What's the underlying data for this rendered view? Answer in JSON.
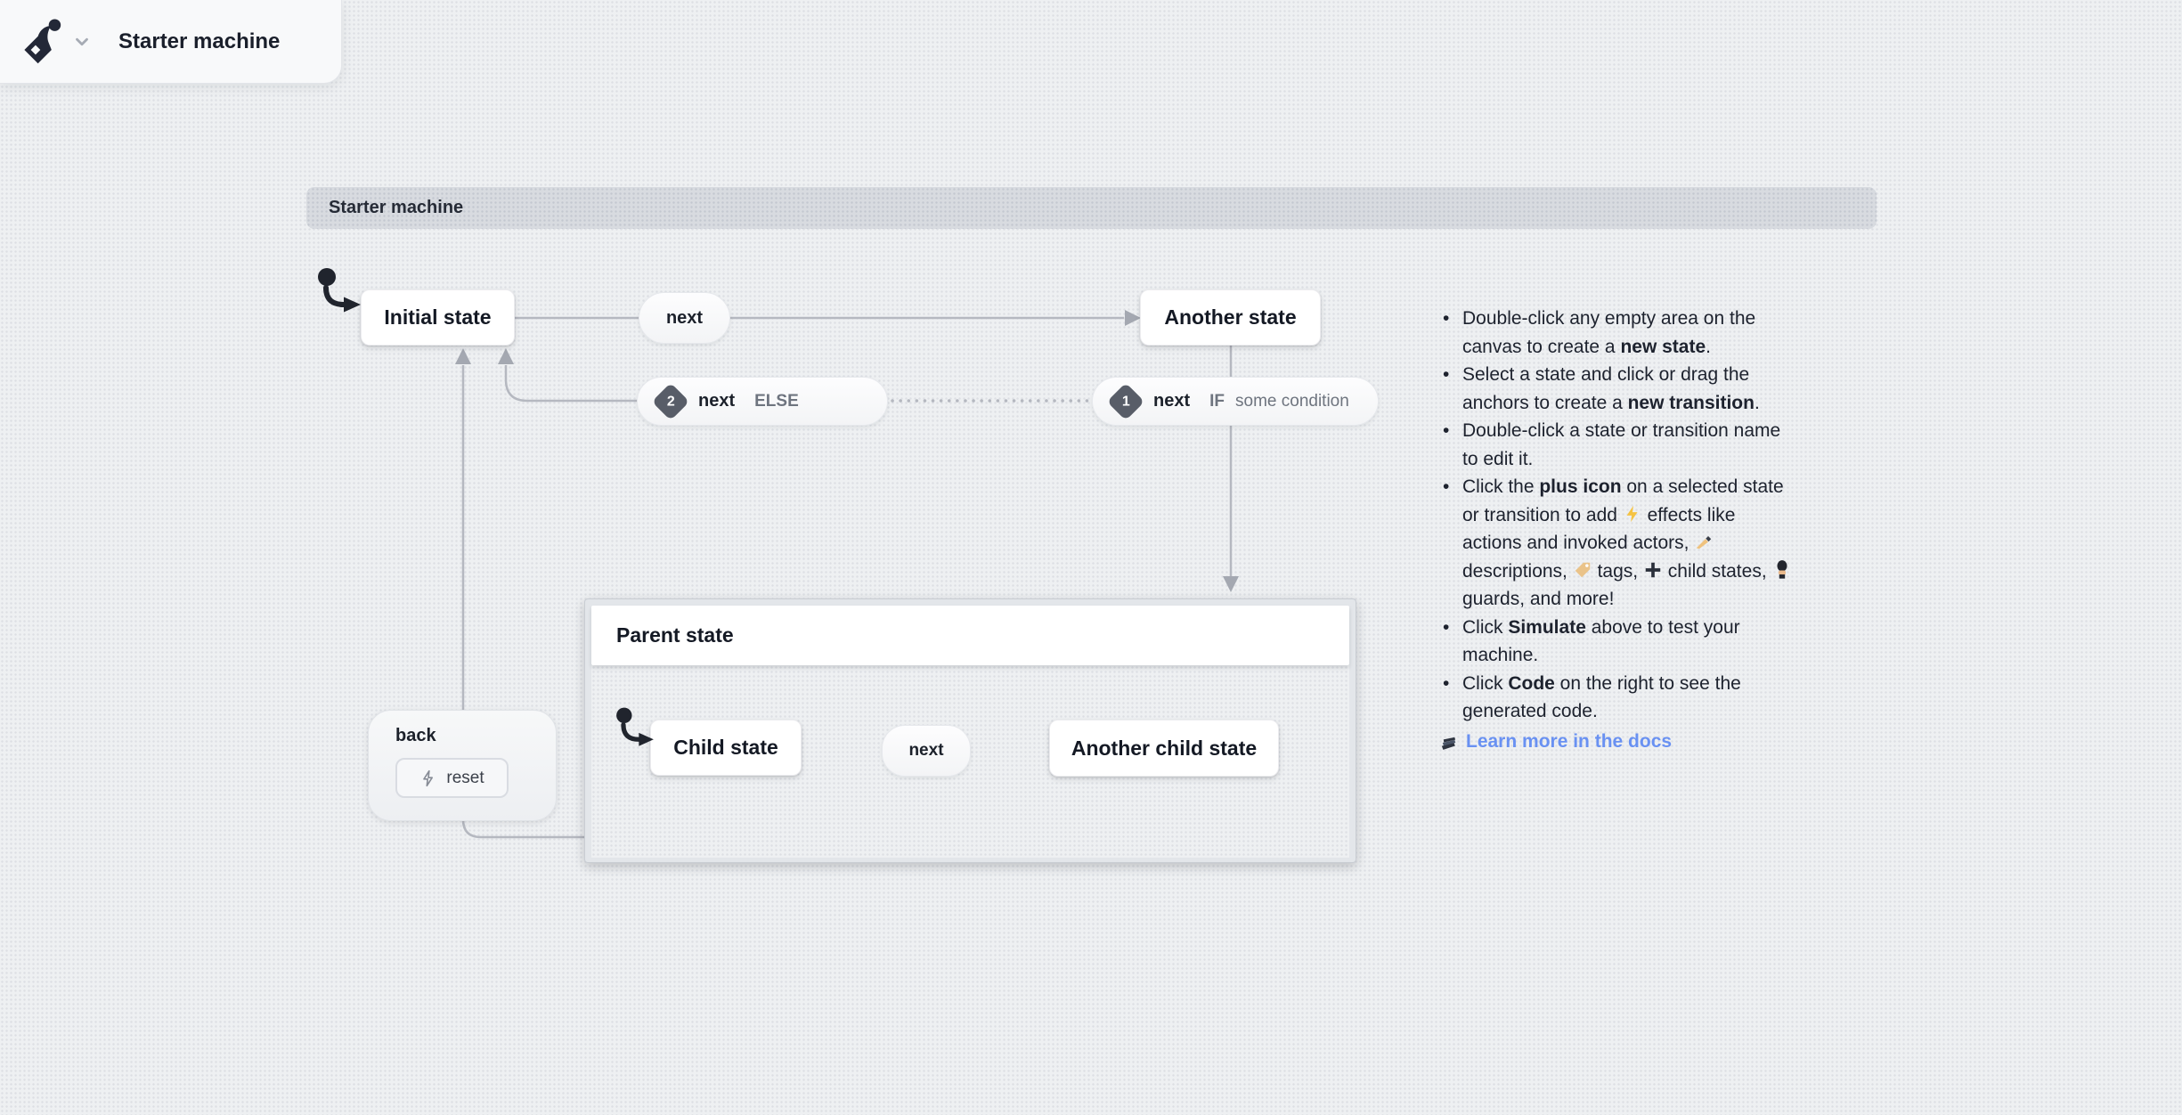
{
  "header": {
    "title": "Starter machine",
    "logo_icon": "stately-logo",
    "menu_icon": "chevron-down"
  },
  "machine_bar": {
    "title": "Starter machine"
  },
  "states": {
    "initial": {
      "label": "Initial state"
    },
    "another": {
      "label": "Another state"
    },
    "parent": {
      "label": "Parent state"
    },
    "child": {
      "label": "Child state"
    },
    "another_child": {
      "label": "Another child state"
    }
  },
  "transitions": {
    "next_top": {
      "event": "next"
    },
    "next_else": {
      "badge": "2",
      "event": "next",
      "guard_keyword": "ELSE"
    },
    "next_if": {
      "badge": "1",
      "event": "next",
      "guard_keyword": "IF",
      "guard": "some condition"
    },
    "back": {
      "event": "back",
      "action": "reset",
      "action_icon": "lightning-icon"
    },
    "child_next": {
      "event": "next"
    }
  },
  "instructions": {
    "bullets": [
      [
        {
          "t": "Double-click any empty area on the canvas to create a "
        },
        {
          "t": "new state",
          "b": 1
        },
        {
          "t": "."
        }
      ],
      [
        {
          "t": "Select a state and click or drag the anchors to create a "
        },
        {
          "t": "new transition",
          "b": 1
        },
        {
          "t": "."
        }
      ],
      [
        {
          "t": "Double-click a state or transition name to edit it."
        }
      ],
      [
        {
          "t": "Click the "
        },
        {
          "t": "plus icon",
          "b": 1
        },
        {
          "t": " on a selected state or transition to add "
        },
        {
          "e": "bolt"
        },
        {
          "t": " effects like actions and invoked actors, "
        },
        {
          "e": "hand"
        },
        {
          "t": " descriptions, "
        },
        {
          "e": "tag"
        },
        {
          "t": " tags, "
        },
        {
          "e": "plus"
        },
        {
          "t": " child states, "
        },
        {
          "e": "guard"
        },
        {
          "t": " guards, and more!"
        }
      ],
      [
        {
          "t": "Click "
        },
        {
          "t": "Simulate",
          "b": 1
        },
        {
          "t": " above to test your machine."
        }
      ],
      [
        {
          "t": "Click "
        },
        {
          "t": "Code",
          "b": 1
        },
        {
          "t": " on the right to see the generated code."
        }
      ]
    ],
    "link": {
      "icon": "books-emoji",
      "label": "Learn more in the docs"
    }
  },
  "colors": {
    "canvas": "#eef0f2",
    "machine_bar": "#d8dbe0",
    "edge": "#b5b8c0",
    "node_text": "#141924",
    "muted_text": "#6e747f",
    "badge_bg": "#585d68",
    "link": "#6991f2"
  }
}
